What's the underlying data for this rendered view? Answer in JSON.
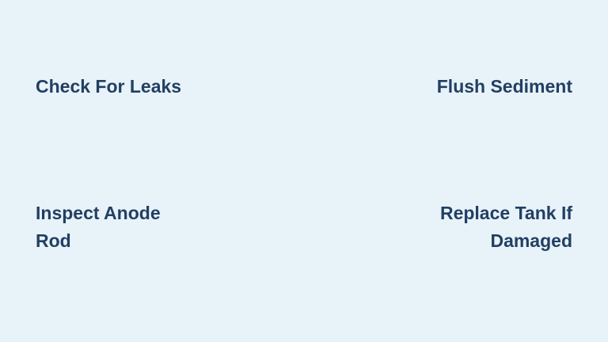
{
  "tips": {
    "top_left": "Check For Leaks",
    "top_right": "Flush Sediment",
    "bottom_left": "Inspect Anode Rod",
    "bottom_right": "Replace Tank If Damaged"
  },
  "colors": {
    "background": "#e8f3f9",
    "text": "#223f63"
  }
}
